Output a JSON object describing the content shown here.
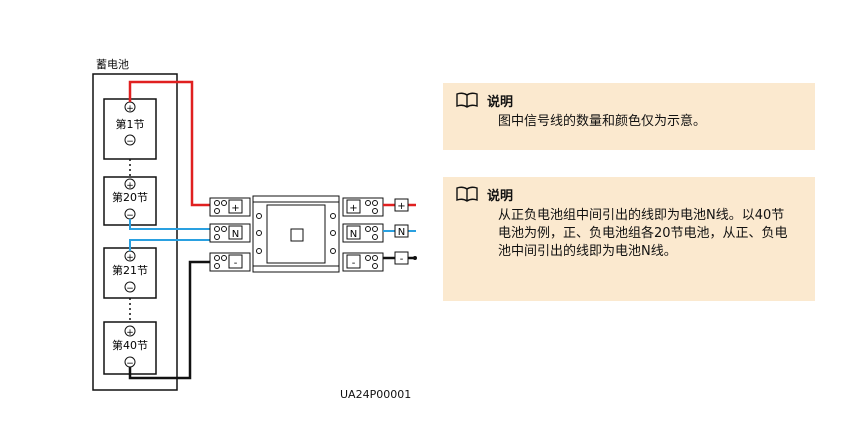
{
  "diagram": {
    "battery_group_label": "蓄电池",
    "cells": [
      {
        "label": "第1节",
        "plus": "+",
        "minus": "−"
      },
      {
        "label": "第20节",
        "plus": "+",
        "minus": "−"
      },
      {
        "label": "第21节",
        "plus": "+",
        "minus": "−"
      },
      {
        "label": "第40节",
        "plus": "+",
        "minus": "−"
      }
    ],
    "terminals_left": [
      "+",
      "N",
      "-"
    ],
    "terminals_right": [
      "+",
      "N",
      "-"
    ],
    "outputs": [
      "+",
      "N",
      "-"
    ],
    "figure_id": "UA24P00001",
    "colors": {
      "positive": "#e02020",
      "neutral": "#2aa0e0",
      "negative": "#111111"
    }
  },
  "notes": [
    {
      "title": "说明",
      "body": "图中信号线的数量和颜色仅为示意。"
    },
    {
      "title": "说明",
      "body": "从正负电池组中间引出的线即为电池N线。以40节电池为例，正、负电池组各20节电池，从正、负电池中间引出的线即为电池N线。"
    }
  ]
}
